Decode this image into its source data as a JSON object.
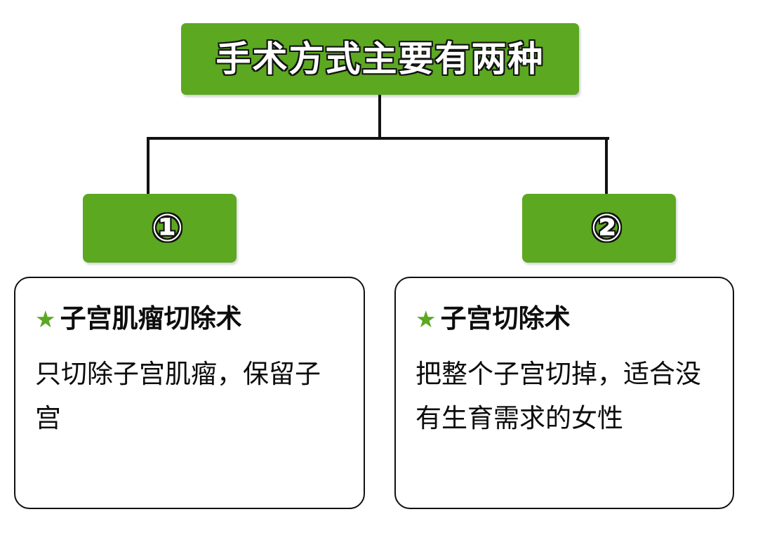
{
  "colors": {
    "green": "#5CA821",
    "outline": "#111111",
    "card_border": "#111111",
    "text": "#0d0d0d",
    "background": "#ffffff"
  },
  "title": {
    "text": "手术方式主要有两种"
  },
  "branches": [
    {
      "badge": "①",
      "star": "★",
      "heading": "子宫肌瘤切除术",
      "body": "只切除子宫肌瘤，保留子宫"
    },
    {
      "badge": "②",
      "star": "★",
      "heading": "子宫切除术",
      "body": "把整个子宫切掉，适合没有生育需求的女性"
    }
  ]
}
